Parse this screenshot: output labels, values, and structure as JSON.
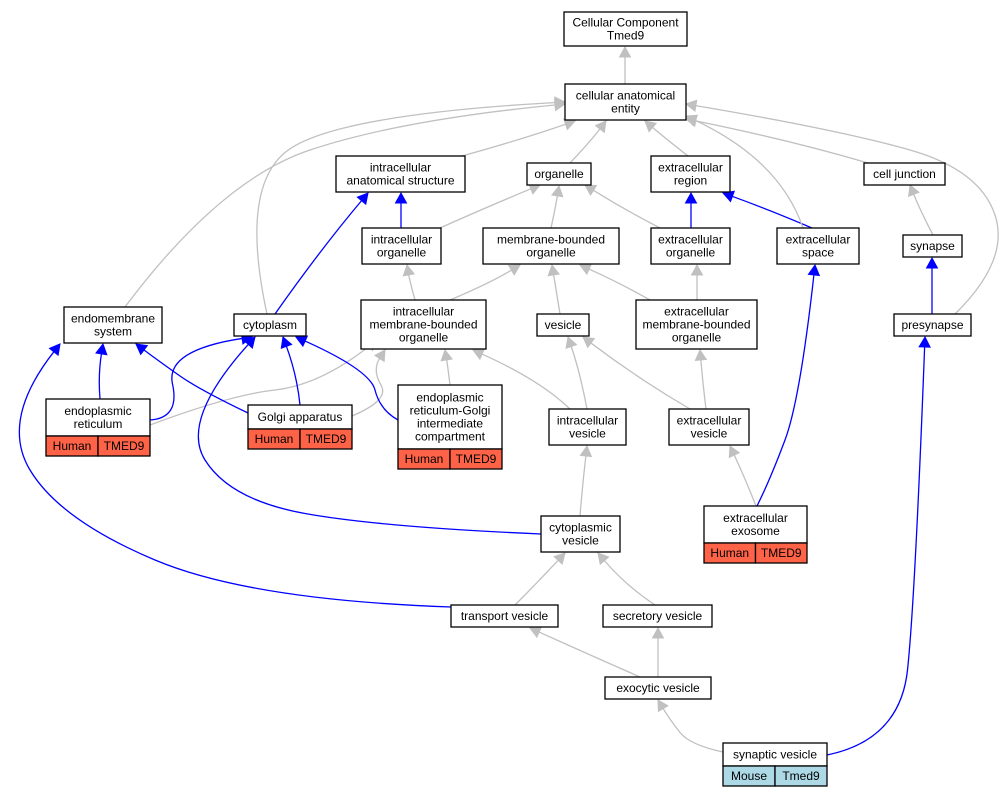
{
  "colors": {
    "is_a_edge": "#c0c0c0",
    "part_of_edge": "#0000ff",
    "human_tag": "#ff6347",
    "mouse_tag": "#add8e6"
  },
  "nodes": {
    "root": {
      "lines": [
        "Cellular Component",
        "Tmed9"
      ]
    },
    "cae": {
      "lines": [
        "cellular anatomical",
        "entity"
      ]
    },
    "ias": {
      "lines": [
        "intracellular",
        "anatomical structure"
      ]
    },
    "organelle": {
      "lines": [
        "organelle"
      ]
    },
    "ecr": {
      "lines": [
        "extracellular",
        "region"
      ]
    },
    "cj": {
      "lines": [
        "cell junction"
      ]
    },
    "io": {
      "lines": [
        "intracellular",
        "organelle"
      ]
    },
    "mbo": {
      "lines": [
        "membrane-bounded",
        "organelle"
      ]
    },
    "eco": {
      "lines": [
        "extracellular",
        "organelle"
      ]
    },
    "ecs": {
      "lines": [
        "extracellular",
        "space"
      ]
    },
    "synapse": {
      "lines": [
        "synapse"
      ]
    },
    "ems": {
      "lines": [
        "endomembrane",
        "system"
      ]
    },
    "cyto": {
      "lines": [
        "cytoplasm"
      ]
    },
    "imbo": {
      "lines": [
        "intracellular",
        "membrane-bounded",
        "organelle"
      ]
    },
    "vesicle": {
      "lines": [
        "vesicle"
      ]
    },
    "embo": {
      "lines": [
        "extracellular",
        "membrane-bounded",
        "organelle"
      ]
    },
    "presyn": {
      "lines": [
        "presynapse"
      ]
    },
    "er": {
      "lines": [
        "endoplasmic",
        "reticulum"
      ],
      "tags": [
        "Human",
        "TMED9"
      ]
    },
    "golgi": {
      "lines": [
        "Golgi apparatus"
      ],
      "tags": [
        "Human",
        "TMED9"
      ]
    },
    "ergic": {
      "lines": [
        "endoplasmic",
        "reticulum-Golgi",
        "intermediate",
        "compartment"
      ],
      "tags": [
        "Human",
        "TMED9"
      ]
    },
    "iv": {
      "lines": [
        "intracellular",
        "vesicle"
      ]
    },
    "ecv": {
      "lines": [
        "extracellular",
        "vesicle"
      ]
    },
    "cv": {
      "lines": [
        "cytoplasmic",
        "vesicle"
      ]
    },
    "exo": {
      "lines": [
        "extracellular",
        "exosome"
      ],
      "tags": [
        "Human",
        "TMED9"
      ]
    },
    "tv": {
      "lines": [
        "transport vesicle"
      ]
    },
    "sv": {
      "lines": [
        "secretory vesicle"
      ]
    },
    "exv": {
      "lines": [
        "exocytic vesicle"
      ]
    },
    "synv": {
      "lines": [
        "synaptic vesicle"
      ],
      "tags": [
        "Mouse",
        "Tmed9"
      ]
    }
  },
  "edges": [
    {
      "from": "cae",
      "to": "root",
      "kind": "is_a"
    },
    {
      "from": "ias",
      "to": "cae",
      "kind": "is_a"
    },
    {
      "from": "organelle",
      "to": "cae",
      "kind": "is_a"
    },
    {
      "from": "ecr",
      "to": "cae",
      "kind": "is_a"
    },
    {
      "from": "cj",
      "to": "cae",
      "kind": "is_a"
    },
    {
      "from": "io",
      "to": "ias",
      "kind": "part_of"
    },
    {
      "from": "io",
      "to": "organelle",
      "kind": "is_a"
    },
    {
      "from": "mbo",
      "to": "organelle",
      "kind": "is_a"
    },
    {
      "from": "eco",
      "to": "organelle",
      "kind": "is_a"
    },
    {
      "from": "eco",
      "to": "ecr",
      "kind": "part_of"
    },
    {
      "from": "ecs",
      "to": "ecr",
      "kind": "part_of"
    },
    {
      "from": "ecs",
      "to": "cae",
      "kind": "is_a"
    },
    {
      "from": "synapse",
      "to": "cj",
      "kind": "is_a"
    },
    {
      "from": "ems",
      "to": "cae",
      "kind": "is_a"
    },
    {
      "from": "cyto",
      "to": "ias",
      "kind": "part_of"
    },
    {
      "from": "cyto",
      "to": "cae",
      "kind": "is_a"
    },
    {
      "from": "imbo",
      "to": "io",
      "kind": "is_a"
    },
    {
      "from": "imbo",
      "to": "mbo",
      "kind": "is_a"
    },
    {
      "from": "vesicle",
      "to": "mbo",
      "kind": "is_a"
    },
    {
      "from": "embo",
      "to": "mbo",
      "kind": "is_a"
    },
    {
      "from": "embo",
      "to": "eco",
      "kind": "is_a"
    },
    {
      "from": "presyn",
      "to": "synapse",
      "kind": "part_of"
    },
    {
      "from": "presyn",
      "to": "cae",
      "kind": "is_a"
    },
    {
      "from": "er",
      "to": "ems",
      "kind": "part_of"
    },
    {
      "from": "er",
      "to": "cyto",
      "kind": "part_of"
    },
    {
      "from": "er",
      "to": "imbo",
      "kind": "is_a"
    },
    {
      "from": "golgi",
      "to": "ems",
      "kind": "part_of"
    },
    {
      "from": "golgi",
      "to": "cyto",
      "kind": "part_of"
    },
    {
      "from": "golgi",
      "to": "imbo",
      "kind": "is_a"
    },
    {
      "from": "ergic",
      "to": "cyto",
      "kind": "part_of"
    },
    {
      "from": "ergic",
      "to": "imbo",
      "kind": "is_a"
    },
    {
      "from": "iv",
      "to": "imbo",
      "kind": "is_a"
    },
    {
      "from": "iv",
      "to": "vesicle",
      "kind": "is_a"
    },
    {
      "from": "ecv",
      "to": "vesicle",
      "kind": "is_a"
    },
    {
      "from": "ecv",
      "to": "embo",
      "kind": "is_a"
    },
    {
      "from": "cv",
      "to": "iv",
      "kind": "is_a"
    },
    {
      "from": "cv",
      "to": "cyto",
      "kind": "part_of"
    },
    {
      "from": "exo",
      "to": "ecv",
      "kind": "is_a"
    },
    {
      "from": "exo",
      "to": "ecs",
      "kind": "part_of"
    },
    {
      "from": "tv",
      "to": "cv",
      "kind": "is_a"
    },
    {
      "from": "tv",
      "to": "ems",
      "kind": "part_of"
    },
    {
      "from": "sv",
      "to": "cv",
      "kind": "is_a"
    },
    {
      "from": "exv",
      "to": "tv",
      "kind": "is_a"
    },
    {
      "from": "exv",
      "to": "sv",
      "kind": "is_a"
    },
    {
      "from": "synv",
      "to": "exv",
      "kind": "is_a"
    },
    {
      "from": "synv",
      "to": "presyn",
      "kind": "part_of"
    }
  ]
}
